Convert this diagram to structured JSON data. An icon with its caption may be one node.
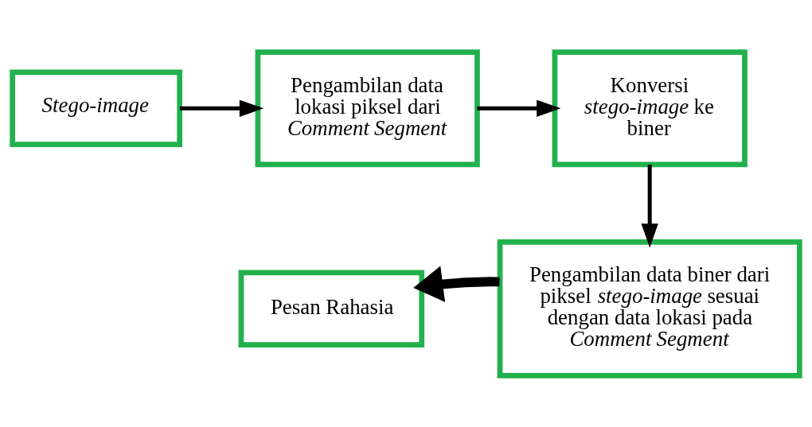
{
  "diagram": {
    "nodes": [
      {
        "text": [
          "Stego-image"
        ]
      },
      {
        "text": [
          "Pengambilan data lokasi piksel dari *Comment Segment*"
        ]
      },
      {
        "text": [
          "Konversi *stego-image* ke biner"
        ]
      },
      {
        "text": [
          "Pengambilan data biner dari piksel *stego-image* sesuai dengan data lokasi pada *Comment Segment*"
        ]
      },
      {
        "text": [
          "Pesan Rahasia"
        ]
      }
    ],
    "edges": [
      {
        "from": 0,
        "to": 1,
        "arrow": "to"
      },
      {
        "from": 1,
        "to": 2,
        "arrow": "to"
      },
      {
        "from": 2,
        "to": 3,
        "arrow": "to"
      },
      {
        "from": 3,
        "to": 4,
        "arrow": "to",
        "style": "thick"
      }
    ]
  }
}
